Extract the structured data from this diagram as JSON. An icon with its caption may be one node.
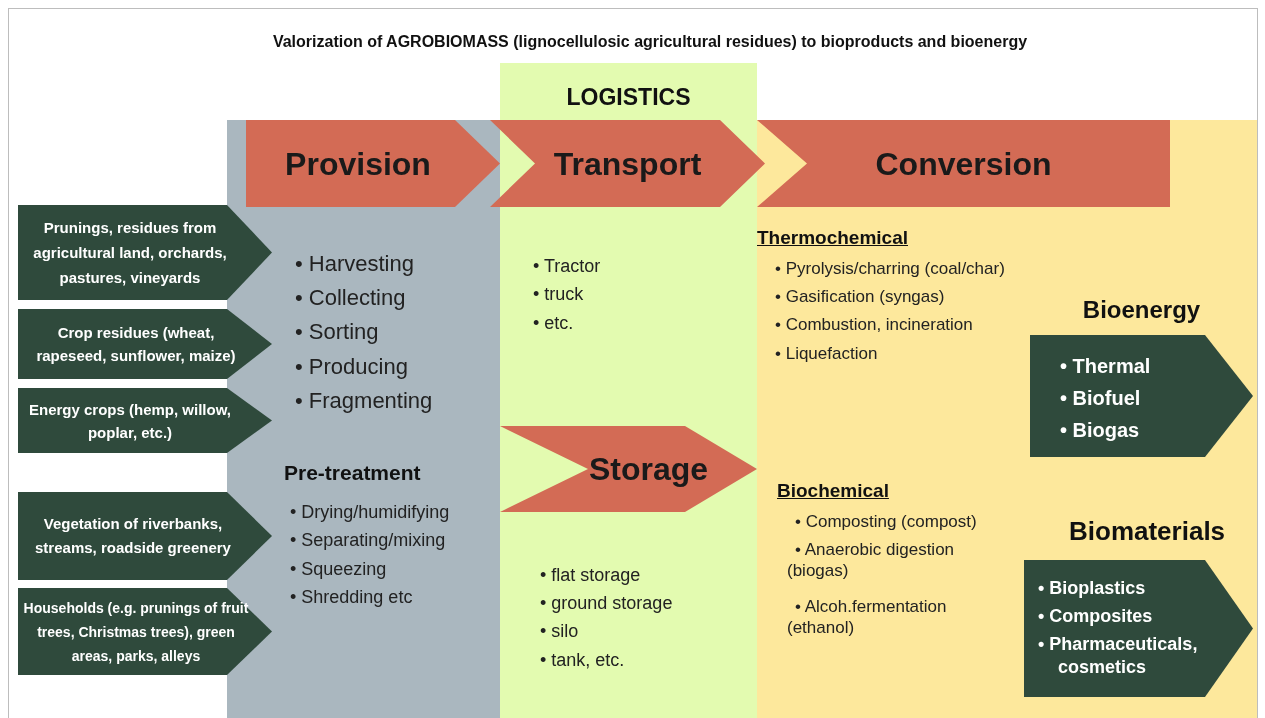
{
  "diagram": {
    "title": "Valorization of AGROBIOMASS (lignocellulosic agricultural residues) to bioproducts and bioenergy",
    "nodes": [
      {
        "text": [
          "• Harvesting",
          "• Collecting",
          "• Sorting",
          "• Producing",
          "• Fragmenting",
          "Pre-treatment",
          "• Drying/humidifying",
          "• Separating/mixing",
          "• Squeezing",
          "• Shredding etc"
        ]
      },
      {
        "text": [
          "LOGISTICS",
          "• Tractor",
          "• truck",
          "• etc.",
          "• flat storage",
          "• ground storage",
          "• silo",
          "• tank, etc."
        ]
      },
      {
        "text": [
          "Thermochemical",
          "• Pyrolysis/charring (coal/char)",
          "• Gasification (syngas)",
          "• Combustion, incineration",
          "• Liquefaction",
          "Biochemical",
          "• Composting (compost)",
          "• Anaerobic digestion (biogas)",
          "• Alcoh.fermentation (ethanol)"
        ]
      },
      {
        "text": [
          "Provision"
        ],
        "in": 0
      },
      {
        "text": [
          "Transport"
        ]
      },
      {
        "text": [
          "Conversion"
        ],
        "in": 2
      },
      {
        "text": [
          "Storage"
        ],
        "in": 1
      },
      {
        "text": [
          "Prunings, residues from agricultural land, orchards, pastures, vineyards"
        ]
      },
      {
        "text": [
          "Crop residues (wheat, rapeseed, sunflower, maize)"
        ]
      },
      {
        "text": [
          "Energy crops (hemp, willow,  poplar, etc.)"
        ]
      },
      {
        "text": [
          "Vegetation of riverbanks, streams, roadside greenery"
        ]
      },
      {
        "text": [
          "Households (e.g. prunings of fruit trees, Christmas trees), green areas, parks, alleys"
        ]
      },
      {
        "text": [
          "Bioenergy",
          "• Thermal",
          "• Biofuel",
          "• Biogas"
        ],
        "in": 2
      },
      {
        "text": [
          "Biomaterials",
          "• Bioplastics",
          "• Composites",
          "• Pharmaceuticals, cosmetics"
        ],
        "in": 2
      }
    ]
  }
}
